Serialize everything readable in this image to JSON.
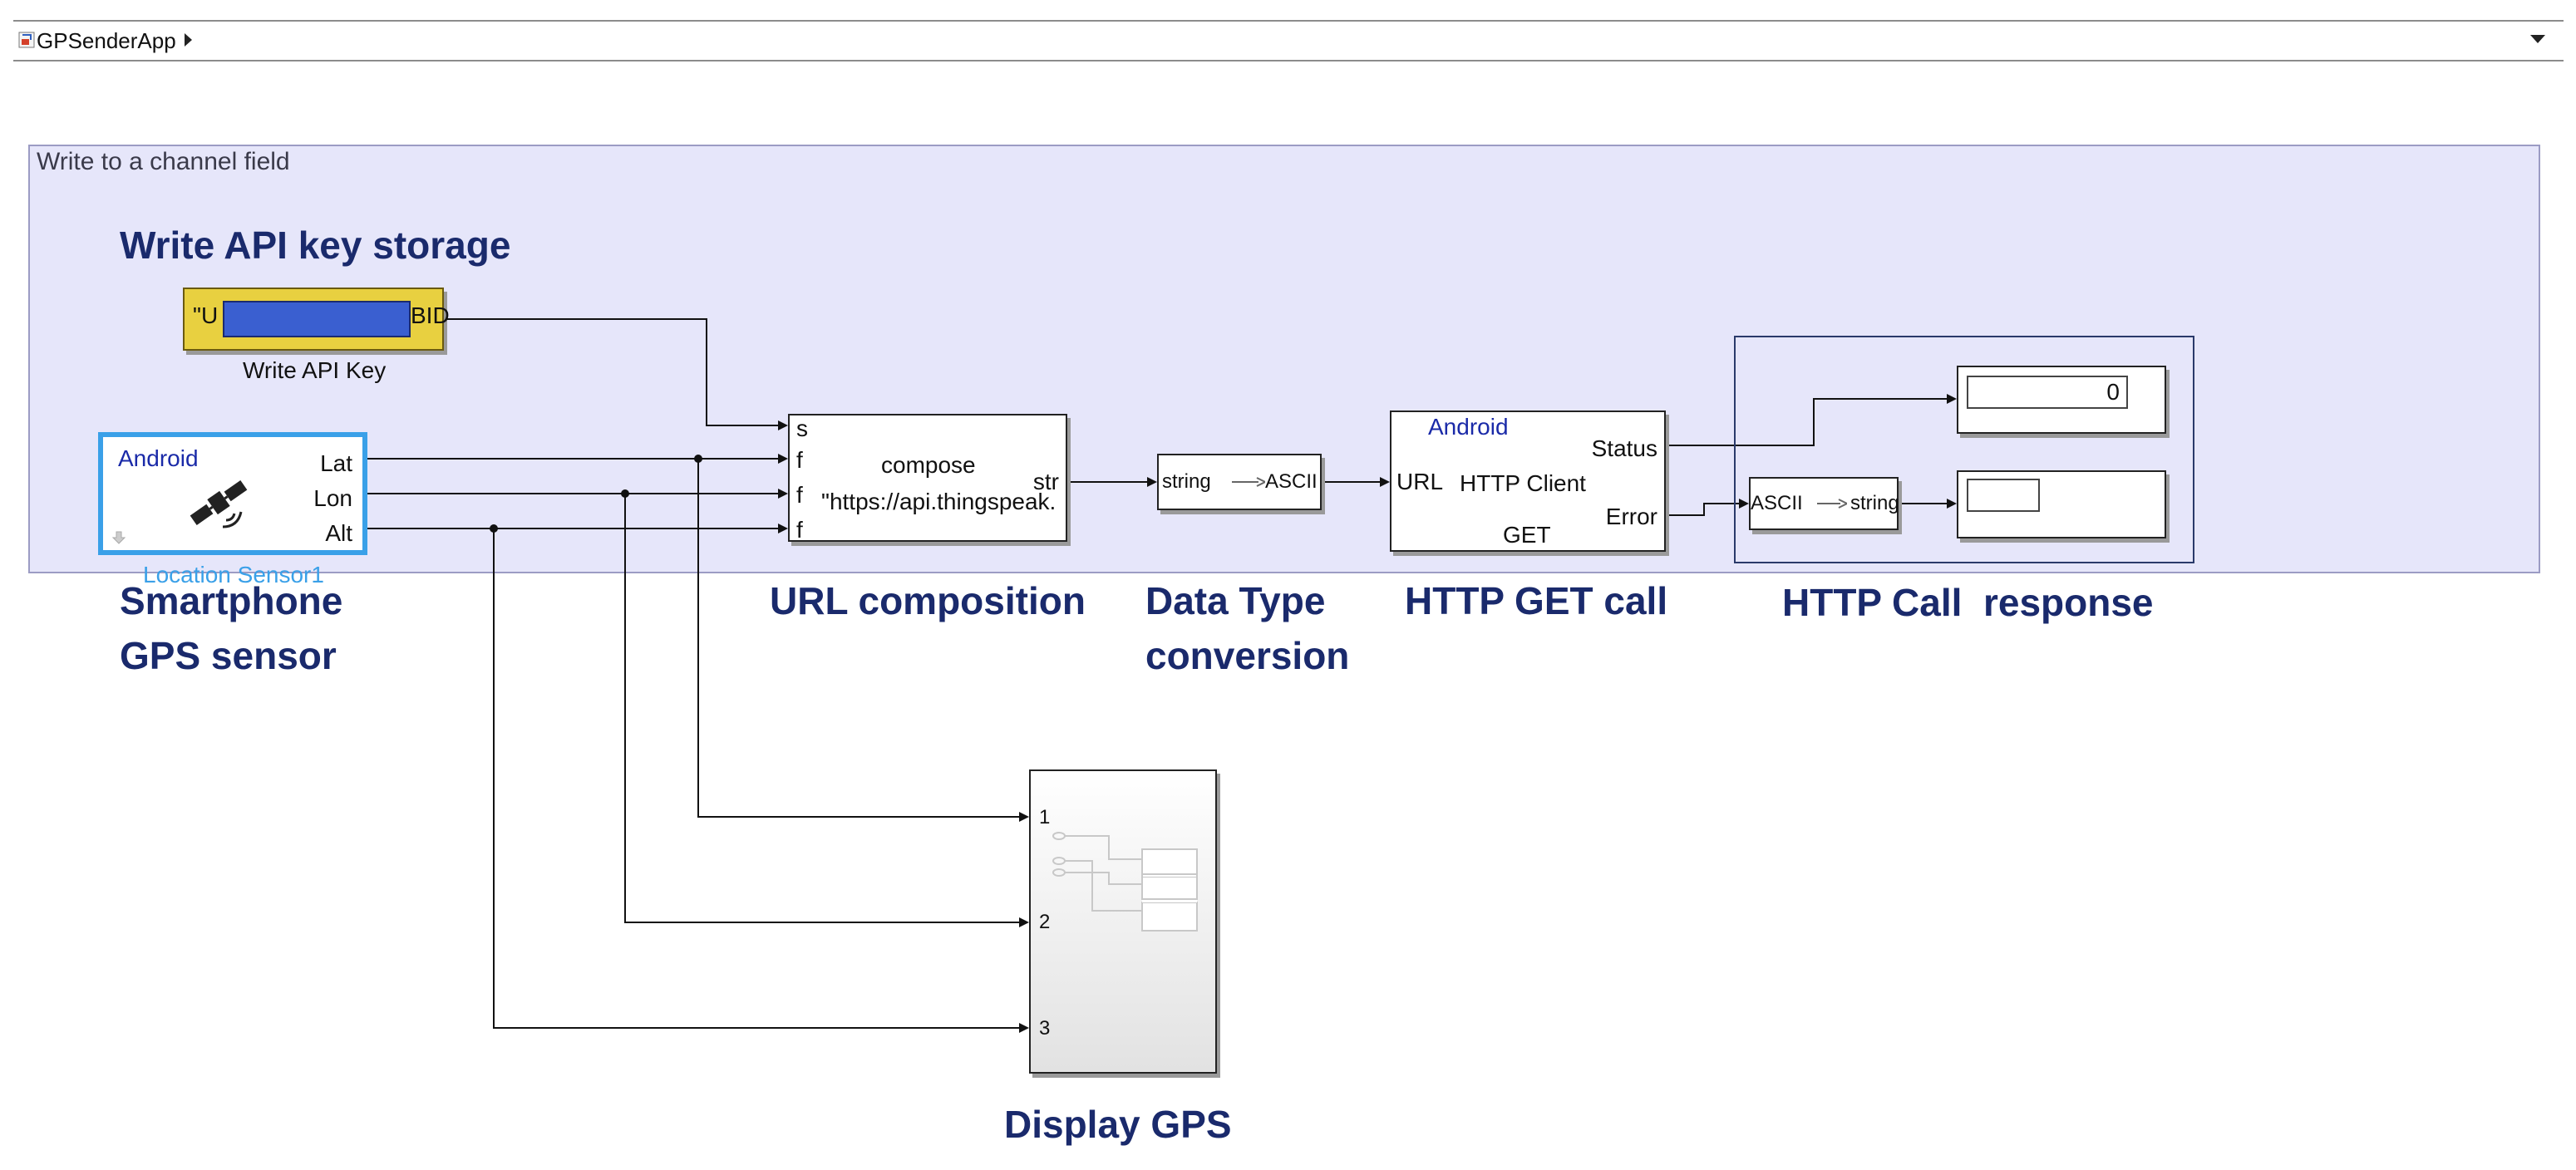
{
  "toolbar": {
    "model_name": "GPSenderApp"
  },
  "area": {
    "title": "Write to a channel field"
  },
  "headings": {
    "api_key": "Write API key storage",
    "gps_line1": "Smartphone",
    "gps_line2": "GPS sensor",
    "url": "URL composition",
    "dtype_line1": "Data Type",
    "dtype_line2": "conversion",
    "http_get": "HTTP GET call",
    "http_resp": "HTTP Call  response",
    "display": "Display GPS"
  },
  "blocks": {
    "api_key": {
      "text_left": "\"U",
      "text_right": "BID",
      "caption": "Write API Key",
      "redaction_color": "#3a5fd0"
    },
    "location": {
      "platform": "Android",
      "ports": [
        "Lat",
        "Lon",
        "Alt"
      ],
      "caption": "Location Sensor1",
      "icon": "satellite-icon"
    },
    "compose": {
      "inputs": [
        "s",
        "f",
        "f",
        "f"
      ],
      "line1": "compose",
      "line2": "\"https://api.thingspeak.",
      "output": "str"
    },
    "str2ascii": {
      "from": "string",
      "to": "ASCII"
    },
    "http": {
      "platform": "Android",
      "input": "URL",
      "line1": "HTTP Client",
      "line2": "GET",
      "outputs": [
        "Status",
        "Error"
      ]
    },
    "status_display": {
      "value": "0"
    },
    "ascii2str": {
      "from": "ASCII",
      "to": "string"
    },
    "display_gps": {
      "ports": [
        "1",
        "2",
        "3"
      ]
    }
  },
  "colors": {
    "area_bg": "#e6e6fa",
    "heading": "#1a2a6c",
    "android": "#1a2aa8",
    "selection": "#3aa0e8",
    "constant_bg": "#e8d040"
  }
}
